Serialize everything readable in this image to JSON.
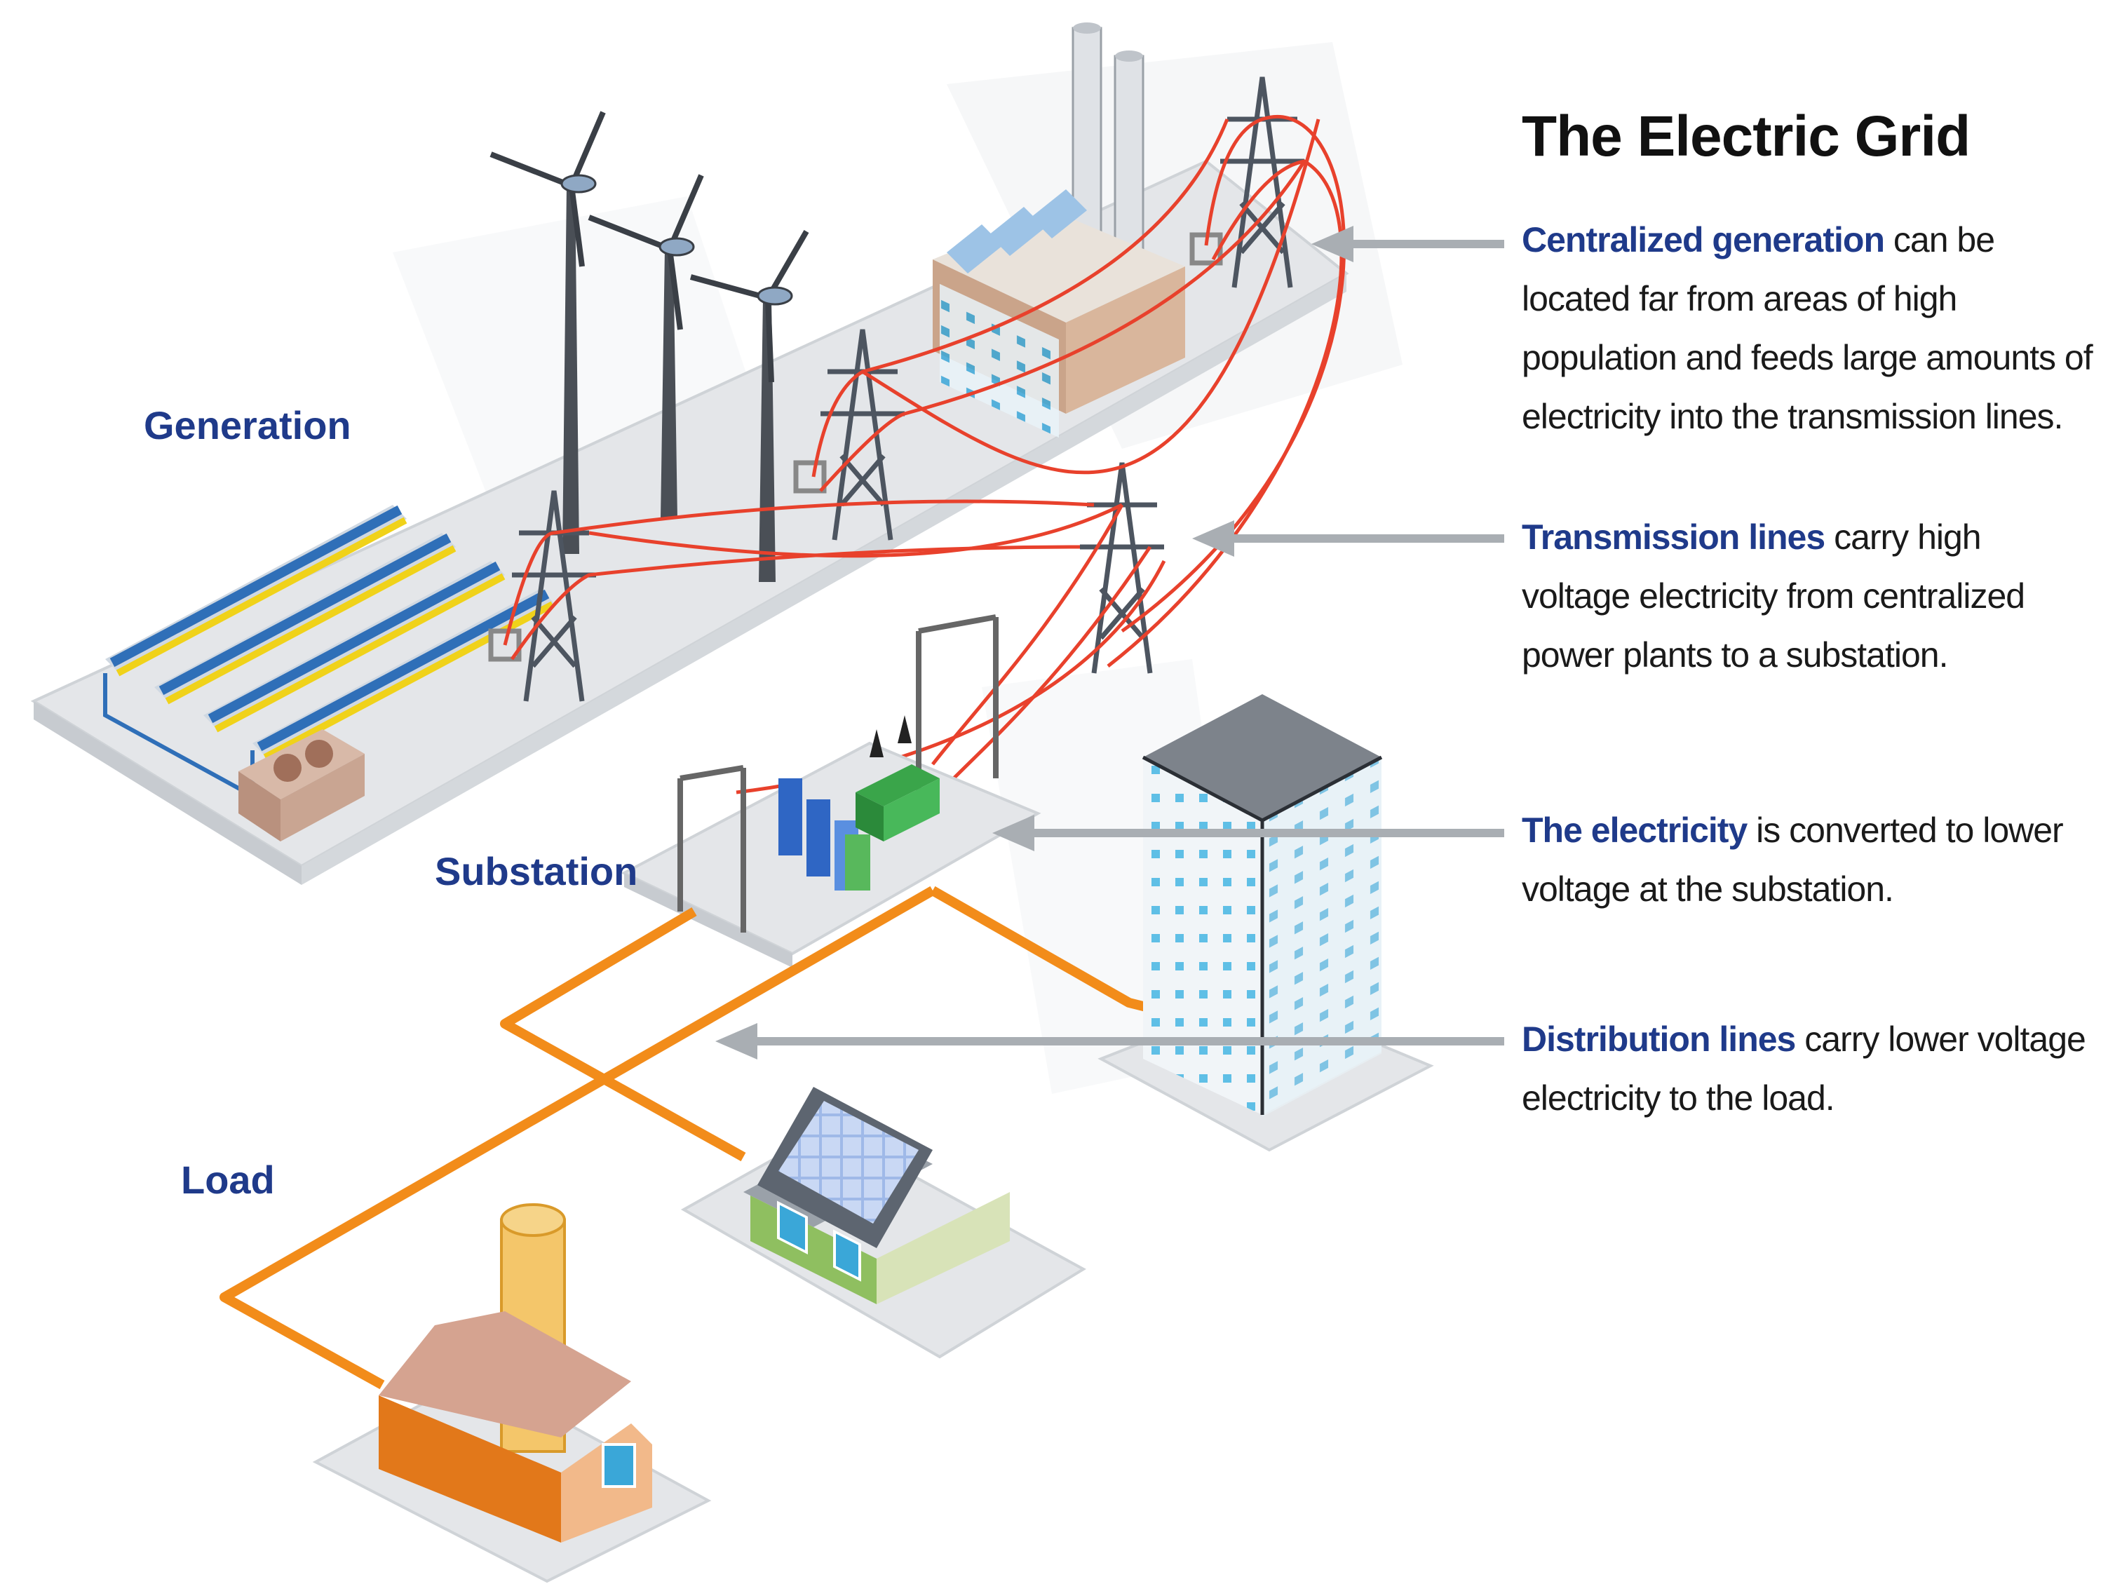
{
  "title": "The Electric Grid",
  "stage_labels": {
    "generation": "Generation",
    "substation": "Substation",
    "load": "Load"
  },
  "descriptions": [
    {
      "lead": "Centralized generation",
      "text": " can be located far from areas of high population and feeds large amounts of electricity into the transmission lines."
    },
    {
      "lead": "Transmission lines",
      "text": " carry high voltage electricity from centralized power plants to a substation."
    },
    {
      "lead": "The electricity",
      "text": " is converted to lower voltage at the substation."
    },
    {
      "lead": "Distribution lines",
      "text": " carry lower voltage electricity to the  load."
    }
  ],
  "colors": {
    "label_blue": "#1f3a8a",
    "transmission_red": "#e8412c",
    "distribution_orange": "#f28c1a",
    "arrow_gray": "#a9aeb3",
    "platform_gray": "#e4e6e9"
  }
}
